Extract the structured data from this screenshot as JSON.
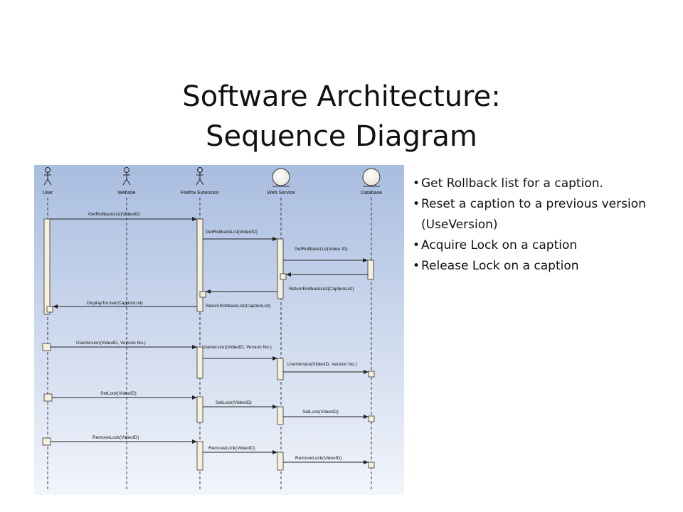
{
  "slide": {
    "title_line1": "Software Architecture:",
    "title_line2": "Sequence Diagram",
    "bullets": [
      "Get Rollback list for a caption.",
      "Reset a caption to a previous version (UseVersion)",
      "Acquire Lock on a caption",
      "Release Lock on a caption"
    ]
  },
  "colors": {
    "diagram_bg_top": "#a9bde0",
    "diagram_bg_bottom": "#f2f5fb",
    "activation_fill": "#f6f0dc",
    "entity_fill": "#e8e4d8"
  },
  "diagram": {
    "lifelines": [
      {
        "name": "User",
        "kind": "actor"
      },
      {
        "name": "Website",
        "kind": "actor"
      },
      {
        "name": "Firefox Extension",
        "kind": "actor"
      },
      {
        "name": "Web Service",
        "kind": "entity"
      },
      {
        "name": "Database",
        "kind": "entity"
      }
    ],
    "messages": [
      {
        "label": "GetRollbackList(VideoID)",
        "from": 0,
        "to": 2,
        "kind": "call"
      },
      {
        "label": "GetRollbackList(VideoID)",
        "from": 2,
        "to": 3,
        "kind": "call"
      },
      {
        "label": "GetRollbackList(Video ID)",
        "from": 3,
        "to": 4,
        "kind": "call"
      },
      {
        "label": "",
        "from": 4,
        "to": 3,
        "kind": "return"
      },
      {
        "label": "ReturnRollbackList(CaptionList)",
        "from": 3,
        "to": 2,
        "kind": "return"
      },
      {
        "label": "DisplayToUser(CaptionList)",
        "from": 2,
        "to": 0,
        "kind": "return"
      },
      {
        "label": "ReturnRollbackList(CaptionList)",
        "from": 2,
        "to": 2,
        "kind": "note"
      },
      {
        "label": "UseVersion(VideoID, Version No.)",
        "from": 0,
        "to": 2,
        "kind": "call"
      },
      {
        "label": "UseVersion(VideoID, Version No.)",
        "from": 2,
        "to": 3,
        "kind": "call"
      },
      {
        "label": "UseVersion(VideoID, Version No.)",
        "from": 3,
        "to": 4,
        "kind": "call"
      },
      {
        "label": "SetLock(VideoID)",
        "from": 0,
        "to": 2,
        "kind": "call"
      },
      {
        "label": "SetLock(VideoID)",
        "from": 2,
        "to": 3,
        "kind": "call"
      },
      {
        "label": "SetLock(VideoID)",
        "from": 3,
        "to": 4,
        "kind": "call"
      },
      {
        "label": "RemoveLock(VideoID)",
        "from": 0,
        "to": 2,
        "kind": "call"
      },
      {
        "label": "RemoveLock(VideoID)",
        "from": 2,
        "to": 3,
        "kind": "call"
      },
      {
        "label": "RemoveLock(VideoID)",
        "from": 3,
        "to": 4,
        "kind": "call"
      }
    ]
  }
}
